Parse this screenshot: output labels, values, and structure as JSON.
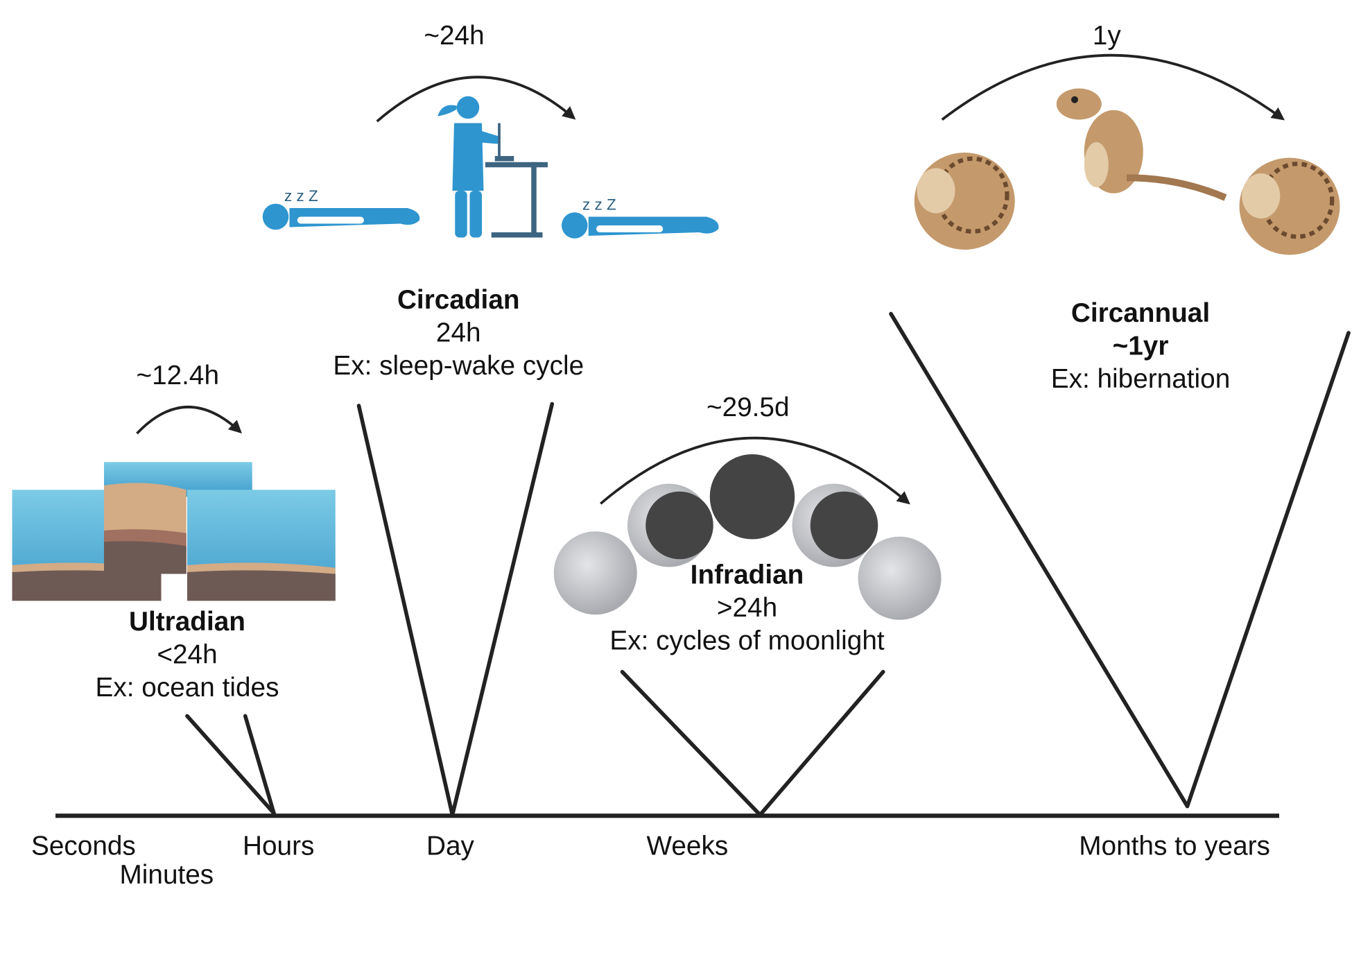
{
  "colors": {
    "line": "#222222",
    "human": "#2e95cf",
    "water": "#5fb8dc",
    "sand": "#d3ab85",
    "soil": "#6e5a55",
    "moon_dark": "#444444",
    "moon_light": "#c9cbcf",
    "squirrel": "#c49a6c"
  },
  "axis": {
    "labels": [
      "Seconds",
      "Minutes",
      "Hours",
      "Day",
      "Weeks",
      "Months to years"
    ]
  },
  "rhythms": [
    {
      "name": "Ultradian",
      "period": "<24h",
      "example": "Ex: ocean tides",
      "arc_label": "~12.4h",
      "icon": "ocean-tides-illustration"
    },
    {
      "name": "Circadian",
      "period": "24h",
      "example": "Ex: sleep-wake cycle",
      "arc_label": "~24h",
      "icon": "sleep-wake-illustration"
    },
    {
      "name": "Infradian",
      "period": ">24h",
      "example": "Ex: cycles of moonlight",
      "arc_label": "~29.5d",
      "icon": "moon-phases-illustration"
    },
    {
      "name": "Circannual",
      "period": "~1yr",
      "example": "Ex: hibernation",
      "arc_label": "1y",
      "icon": "hibernating-squirrel-illustration"
    }
  ],
  "sleep_text": "z z Z"
}
